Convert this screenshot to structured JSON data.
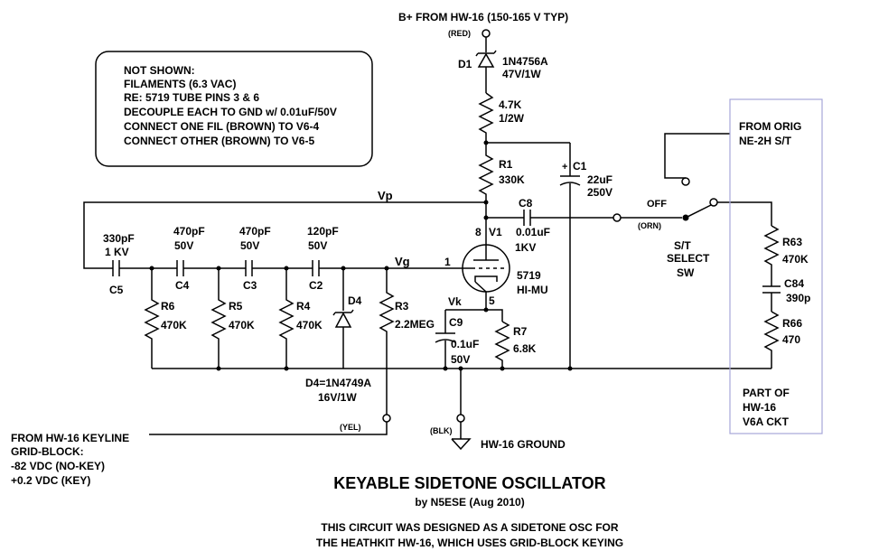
{
  "notes": {
    "lines": [
      "NOT SHOWN:",
      "FILAMENTS (6.3 VAC)",
      "RE: 5719 TUBE PINS 3 & 6",
      "DECOUPLE EACH TO GND w/ 0.01uF/50V",
      "CONNECT ONE FIL (BROWN) TO V6-4",
      "CONNECT OTHER (BROWN) TO V6-5"
    ]
  },
  "supply": {
    "label": "B+ FROM HW-16 (150-165 V TYP)",
    "wire": "(RED)"
  },
  "nodes": {
    "vp": "Vp",
    "vg": "Vg",
    "vk": "Vk"
  },
  "components": {
    "d1": {
      "ref": "D1",
      "part": "1N4756A",
      "rating": "47V/1W"
    },
    "r_drop": {
      "value": "4.7K",
      "rating": "1/2W"
    },
    "r1": {
      "ref": "R1",
      "value": "330K"
    },
    "c1": {
      "ref": "C1",
      "value": "22uF",
      "rating": "250V",
      "polarity": "+"
    },
    "c8": {
      "ref": "C8",
      "value": "0.01uF",
      "rating": "1KV"
    },
    "v1": {
      "ref": "V1",
      "type": "5719",
      "desc": "HI-MU",
      "pin_plate": "8",
      "pin_grid": "1",
      "pin_cathode": "5"
    },
    "c5": {
      "ref": "C5",
      "value": "330pF",
      "rating": "1 KV"
    },
    "c4": {
      "ref": "C4",
      "value": "470pF",
      "rating": "50V"
    },
    "c3": {
      "ref": "C3",
      "value": "470pF",
      "rating": "50V"
    },
    "c2": {
      "ref": "C2",
      "value": "120pF",
      "rating": "50V"
    },
    "r6": {
      "ref": "R6",
      "value": "470K"
    },
    "r5": {
      "ref": "R5",
      "value": "470K"
    },
    "r4": {
      "ref": "R4",
      "value": "470K"
    },
    "d4": {
      "ref": "D4",
      "note1": "D4=1N4749A",
      "note2": "16V/1W"
    },
    "r3": {
      "ref": "R3",
      "value": "2.2MEG"
    },
    "c9": {
      "ref": "C9",
      "value": "0.1uF",
      "rating": "50V"
    },
    "r7": {
      "ref": "R7",
      "value": "6.8K"
    },
    "r63": {
      "ref": "R63",
      "value": "470K"
    },
    "c84": {
      "ref": "C84",
      "value": "390p"
    },
    "r66": {
      "ref": "R66",
      "value": "470"
    }
  },
  "switch": {
    "off": "OFF",
    "wire": "(ORN)",
    "name1": "S/T",
    "name2": "SELECT",
    "name3": "SW"
  },
  "orig": {
    "line1": "FROM ORIG",
    "line2": "NE-2H S/T"
  },
  "part_of": {
    "line1": "PART OF",
    "line2": "HW-16",
    "line3": "V6A CKT"
  },
  "keyline": {
    "wire": "(YEL)",
    "lines": [
      "FROM HW-16 KEYLINE",
      "GRID-BLOCK:",
      "-82 VDC (NO-KEY)",
      "+0.2 VDC (KEY)"
    ]
  },
  "ground": {
    "wire": "(BLK)",
    "label": "HW-16 GROUND"
  },
  "title": {
    "main": "KEYABLE SIDETONE OSCILLATOR",
    "by": "by N5ESE (Aug 2010)",
    "desc1": "THIS CIRCUIT WAS DESIGNED AS A SIDETONE OSC FOR",
    "desc2": "THE HEATHKIT HW-16, WHICH USES GRID-BLOCK KEYING"
  }
}
